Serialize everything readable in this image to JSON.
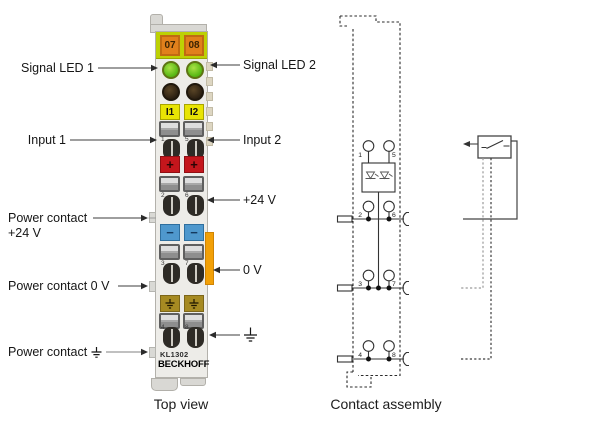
{
  "figure": {
    "captions": {
      "top_view": "Top view",
      "contact_assembly": "Contact assembly"
    }
  },
  "left_labels": {
    "signal_led_1": "Signal LED 1",
    "input_1": "Input 1",
    "power_contact_24v_line1": "Power contact",
    "power_contact_24v_line2": "+24 V",
    "power_contact_0v": "Power contact 0 V",
    "power_contact_pe": "Power contact"
  },
  "right_labels": {
    "signal_led_2": "Signal LED 2",
    "input_2": "Input 2",
    "plus_24v": "+24 V",
    "zero_v": "0 V"
  },
  "module": {
    "channel_labels": [
      "07",
      "08"
    ],
    "input_labels": [
      "I1",
      "I2"
    ],
    "plus_symbol": "+",
    "minus_symbol": "−",
    "product": "KL1302",
    "brand": "BECKHOFF",
    "terminal_rows": [
      [
        "1",
        "5"
      ],
      [
        "2",
        "6"
      ],
      [
        "3",
        "7"
      ],
      [
        "4",
        "8"
      ]
    ]
  },
  "contact_assembly": {
    "terminal_numbers": [
      "1",
      "5",
      "2",
      "6",
      "3",
      "7",
      "4",
      "8"
    ]
  },
  "colors": {
    "band_green": "#bdd104",
    "channel_orange": "#e1801c",
    "led_green": "#55b613",
    "plus_red": "#c4161c",
    "minus_blue": "#4f98cd",
    "pe_olive": "#a68a22",
    "side_contact_orange": "#f2a007"
  }
}
